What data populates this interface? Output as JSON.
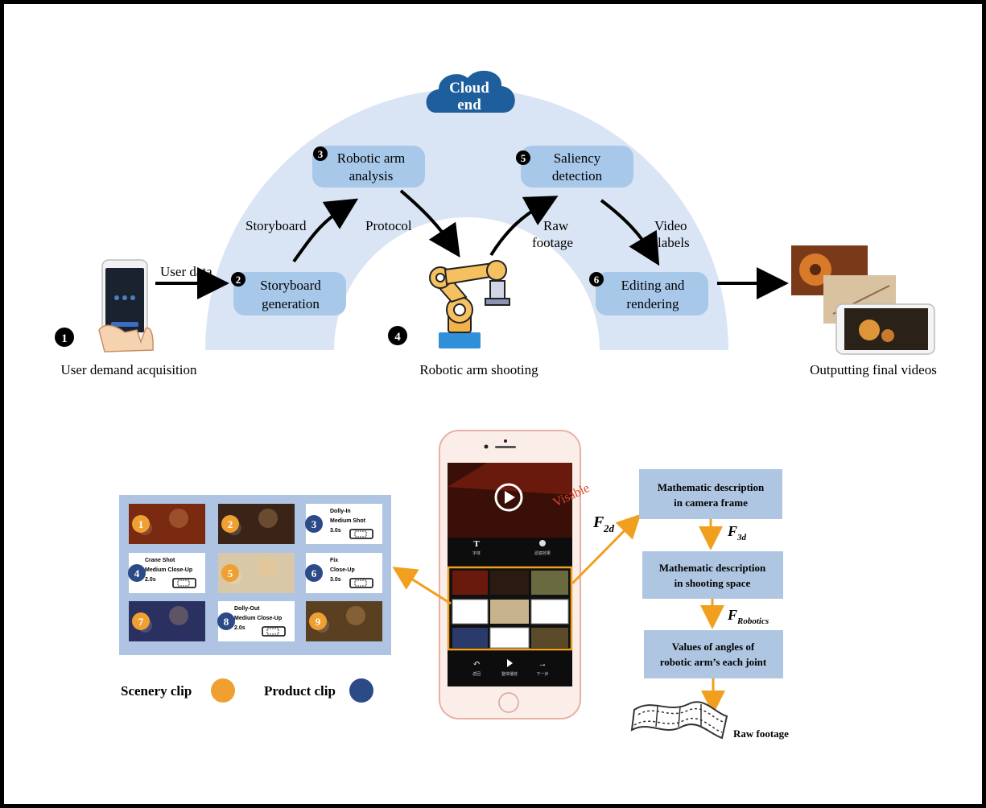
{
  "cloud": {
    "line1": "Cloud",
    "line2": "end"
  },
  "steps": {
    "s1": {
      "num": "1",
      "label": "User demand acquisition"
    },
    "s2": {
      "num": "2",
      "line1": "Storyboard",
      "line2": "generation"
    },
    "s3": {
      "num": "3",
      "line1": "Robotic arm",
      "line2": "analysis"
    },
    "s4": {
      "num": "4",
      "label": "Robotic arm shooting"
    },
    "s5": {
      "num": "5",
      "line1": "Saliency",
      "line2": "detection"
    },
    "s6": {
      "num": "6",
      "line1": "Editing and",
      "line2": "rendering"
    },
    "output": "Outputting final videos"
  },
  "arrows": {
    "user_data": "User data",
    "storyboard": "Storyboard",
    "protocol": "Protocol",
    "raw_footage_1": "Raw",
    "raw_footage_2": "footage",
    "video_labels_1": "Video",
    "video_labels_2": "labels"
  },
  "storyboard_grid": {
    "cells": [
      {
        "num": "1",
        "kind": "scenery"
      },
      {
        "num": "2",
        "kind": "scenery"
      },
      {
        "num": "3",
        "kind": "product",
        "lines": [
          "Dolly-In",
          "Medium Shot",
          "3.0s"
        ]
      },
      {
        "num": "4",
        "kind": "product",
        "lines": [
          "Crane Shot",
          "Medium Close-Up",
          "2.0s"
        ]
      },
      {
        "num": "5",
        "kind": "scenery"
      },
      {
        "num": "6",
        "kind": "product",
        "lines": [
          "Fix",
          "Close-Up",
          "3.0s"
        ]
      },
      {
        "num": "7",
        "kind": "scenery"
      },
      {
        "num": "8",
        "kind": "product",
        "lines": [
          "Dolly-Out",
          "Medium Close-Up",
          "2.0s"
        ]
      },
      {
        "num": "9",
        "kind": "scenery"
      }
    ]
  },
  "legend": {
    "scenery": "Scenery clip",
    "product": "Product clip"
  },
  "phone_ui": {
    "tool_t": "T",
    "tool_t_label": "字体",
    "tool_filter_label": "滤镜效果",
    "btn_back": "返回",
    "btn_play": "整体播放",
    "btn_next": "下一步"
  },
  "math_flow": {
    "f2d": "F",
    "f2d_sub": "2d",
    "f3d": "F",
    "f3d_sub": "3d",
    "frob": "F",
    "frob_sub": "Robotics",
    "box1_line1": "Mathematic description",
    "box1_line2": "in camera frame",
    "box2_line1": "Mathematic description",
    "box2_line2": "in shooting space",
    "box3_line1": "Values of angles of",
    "box3_line2": "robotic arm’s each joint",
    "raw_footage": "Raw footage"
  },
  "colors": {
    "arch": "#d9e5f4",
    "step_box": "#a8c8ea",
    "cloud": "#1f5e9c",
    "orange": "#f0a030",
    "navy": "#2d4a88",
    "grid_bg": "#aec4e2",
    "math_box": "#afc6e2",
    "orange_arrow": "#f0a01e"
  }
}
